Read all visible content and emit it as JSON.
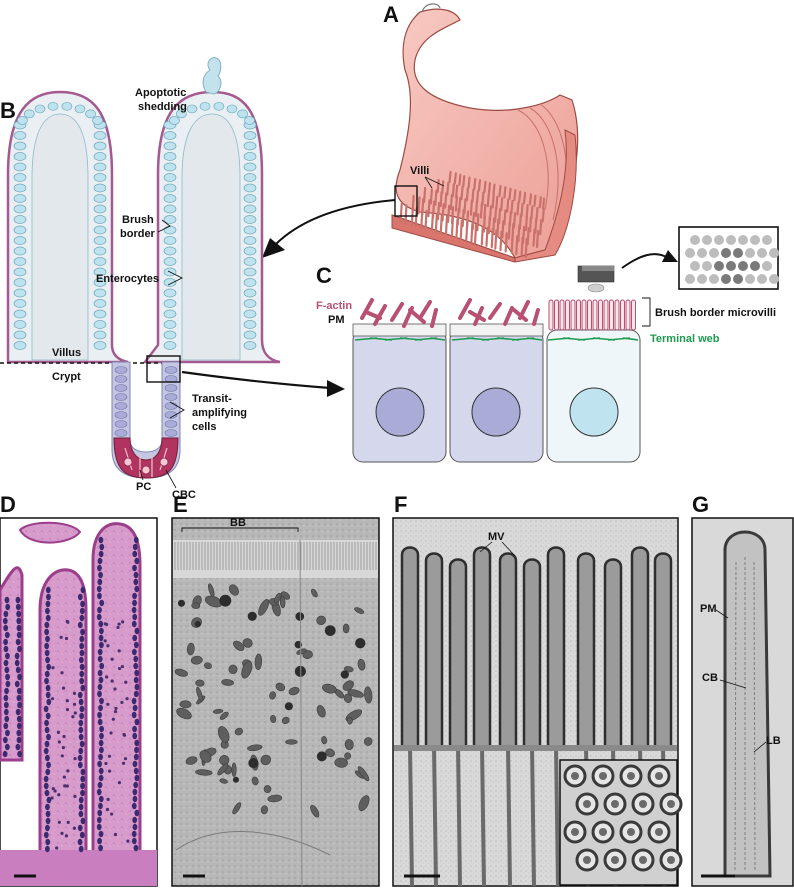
{
  "panels": {
    "A": {
      "letter": "A",
      "villi_label": "Villi"
    },
    "B": {
      "letter": "B",
      "apoptotic_l1": "Apoptotic",
      "apoptotic_l2": "shedding",
      "brush_l1": "Brush",
      "brush_l2": "border",
      "enterocytes": "Enterocytes",
      "villus": "Villus",
      "crypt": "Crypt",
      "transit_l1": "Transit-",
      "transit_l2": "amplifying",
      "transit_l3": "cells",
      "pc": "PC",
      "cbc": "CBC"
    },
    "C": {
      "letter": "C",
      "factin": "F-actin",
      "pm": "PM",
      "brush_border_microvilli": "Brush border microvilli",
      "terminal_web": "Terminal web"
    },
    "D": {
      "letter": "D"
    },
    "E": {
      "letter": "E",
      "bb": "BB"
    },
    "F": {
      "letter": "F",
      "mv": "MV"
    },
    "G": {
      "letter": "G",
      "pm": "PM",
      "cb": "CB",
      "lb": "LB"
    }
  },
  "colors": {
    "gut_pink": "#f3b3aa",
    "gut_dark": "#d9756d",
    "villus_fill": "#e6eef3",
    "enterocyte_blue": "#bfe3ee",
    "membrane_purple": "#a45a8e",
    "crypt_blue": "#c3c6e0",
    "paneth_red": "#b03360",
    "factin": "#b85071",
    "terminal_web": "#1e9b4f",
    "cell_purple": "#d5d8ec",
    "nucleus_purple": "#a9acd6",
    "cell_light": "#eef6f9",
    "nucleus_light": "#bfe4ef",
    "he_pink": "#d69ac9",
    "he_nuclei": "#3b2a6e"
  }
}
